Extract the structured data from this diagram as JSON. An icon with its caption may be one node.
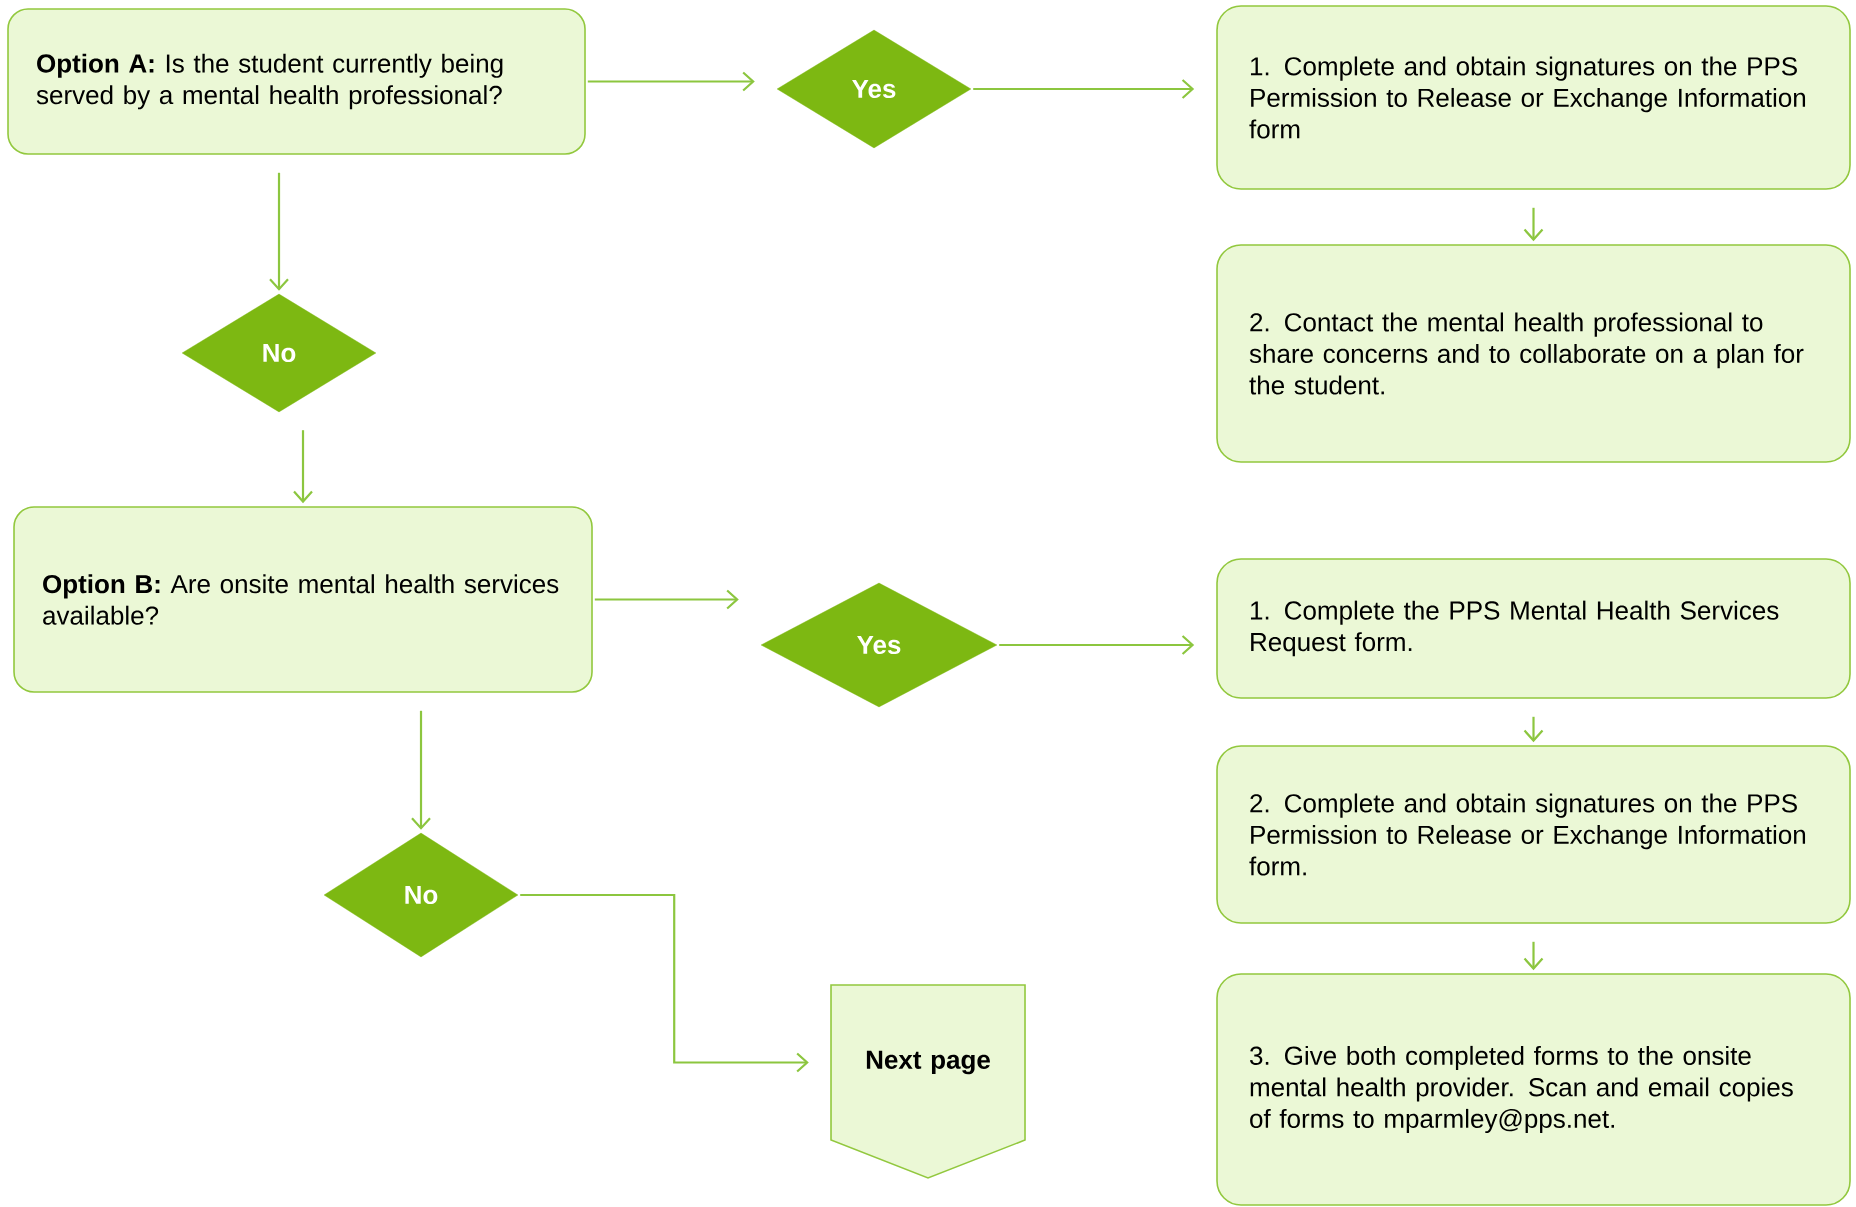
{
  "diagram": {
    "nodes": [
      {
        "text": [
          "**Option A:** Is the student currently being served by a mental health professional?"
        ]
      },
      {
        "text": [
          "Yes"
        ]
      },
      {
        "text": [
          "1. Complete and obtain signatures on the PPS Permission to Release or Exchange Information form"
        ]
      },
      {
        "text": [
          "2. Contact the mental health professional to share concerns and to collaborate on a plan for the student."
        ]
      },
      {
        "text": [
          "No"
        ]
      },
      {
        "text": [
          "**Option B:** Are onsite mental health services available?"
        ]
      },
      {
        "text": [
          "Yes"
        ]
      },
      {
        "text": [
          "1. Complete the PPS Mental Health Services Request form."
        ]
      },
      {
        "text": [
          "2. Complete and obtain signatures on the PPS Permission to Release or Exchange Information form."
        ]
      },
      {
        "text": [
          "No"
        ]
      },
      {
        "text": [
          "Next page"
        ]
      },
      {
        "text": [
          "3. Give both completed forms to the onsite mental health provider. Scan and email copies of forms to mparmley@pps.net."
        ]
      }
    ],
    "edges": [
      {
        "from": 0,
        "to": 1,
        "arrow": "to"
      },
      {
        "from": 1,
        "to": 2,
        "arrow": "to"
      },
      {
        "from": 2,
        "to": 3,
        "arrow": "to"
      },
      {
        "from": 0,
        "to": 4,
        "arrow": "to"
      },
      {
        "from": 4,
        "to": 5,
        "arrow": "to"
      },
      {
        "from": 5,
        "to": 6,
        "arrow": "to"
      },
      {
        "from": 6,
        "to": 7,
        "arrow": "to"
      },
      {
        "from": 7,
        "to": 8,
        "arrow": "to"
      },
      {
        "from": 8,
        "to": 11,
        "arrow": "to"
      },
      {
        "from": 5,
        "to": 9,
        "arrow": "to"
      },
      {
        "from": 9,
        "to": 10,
        "arrow": "to"
      }
    ]
  }
}
